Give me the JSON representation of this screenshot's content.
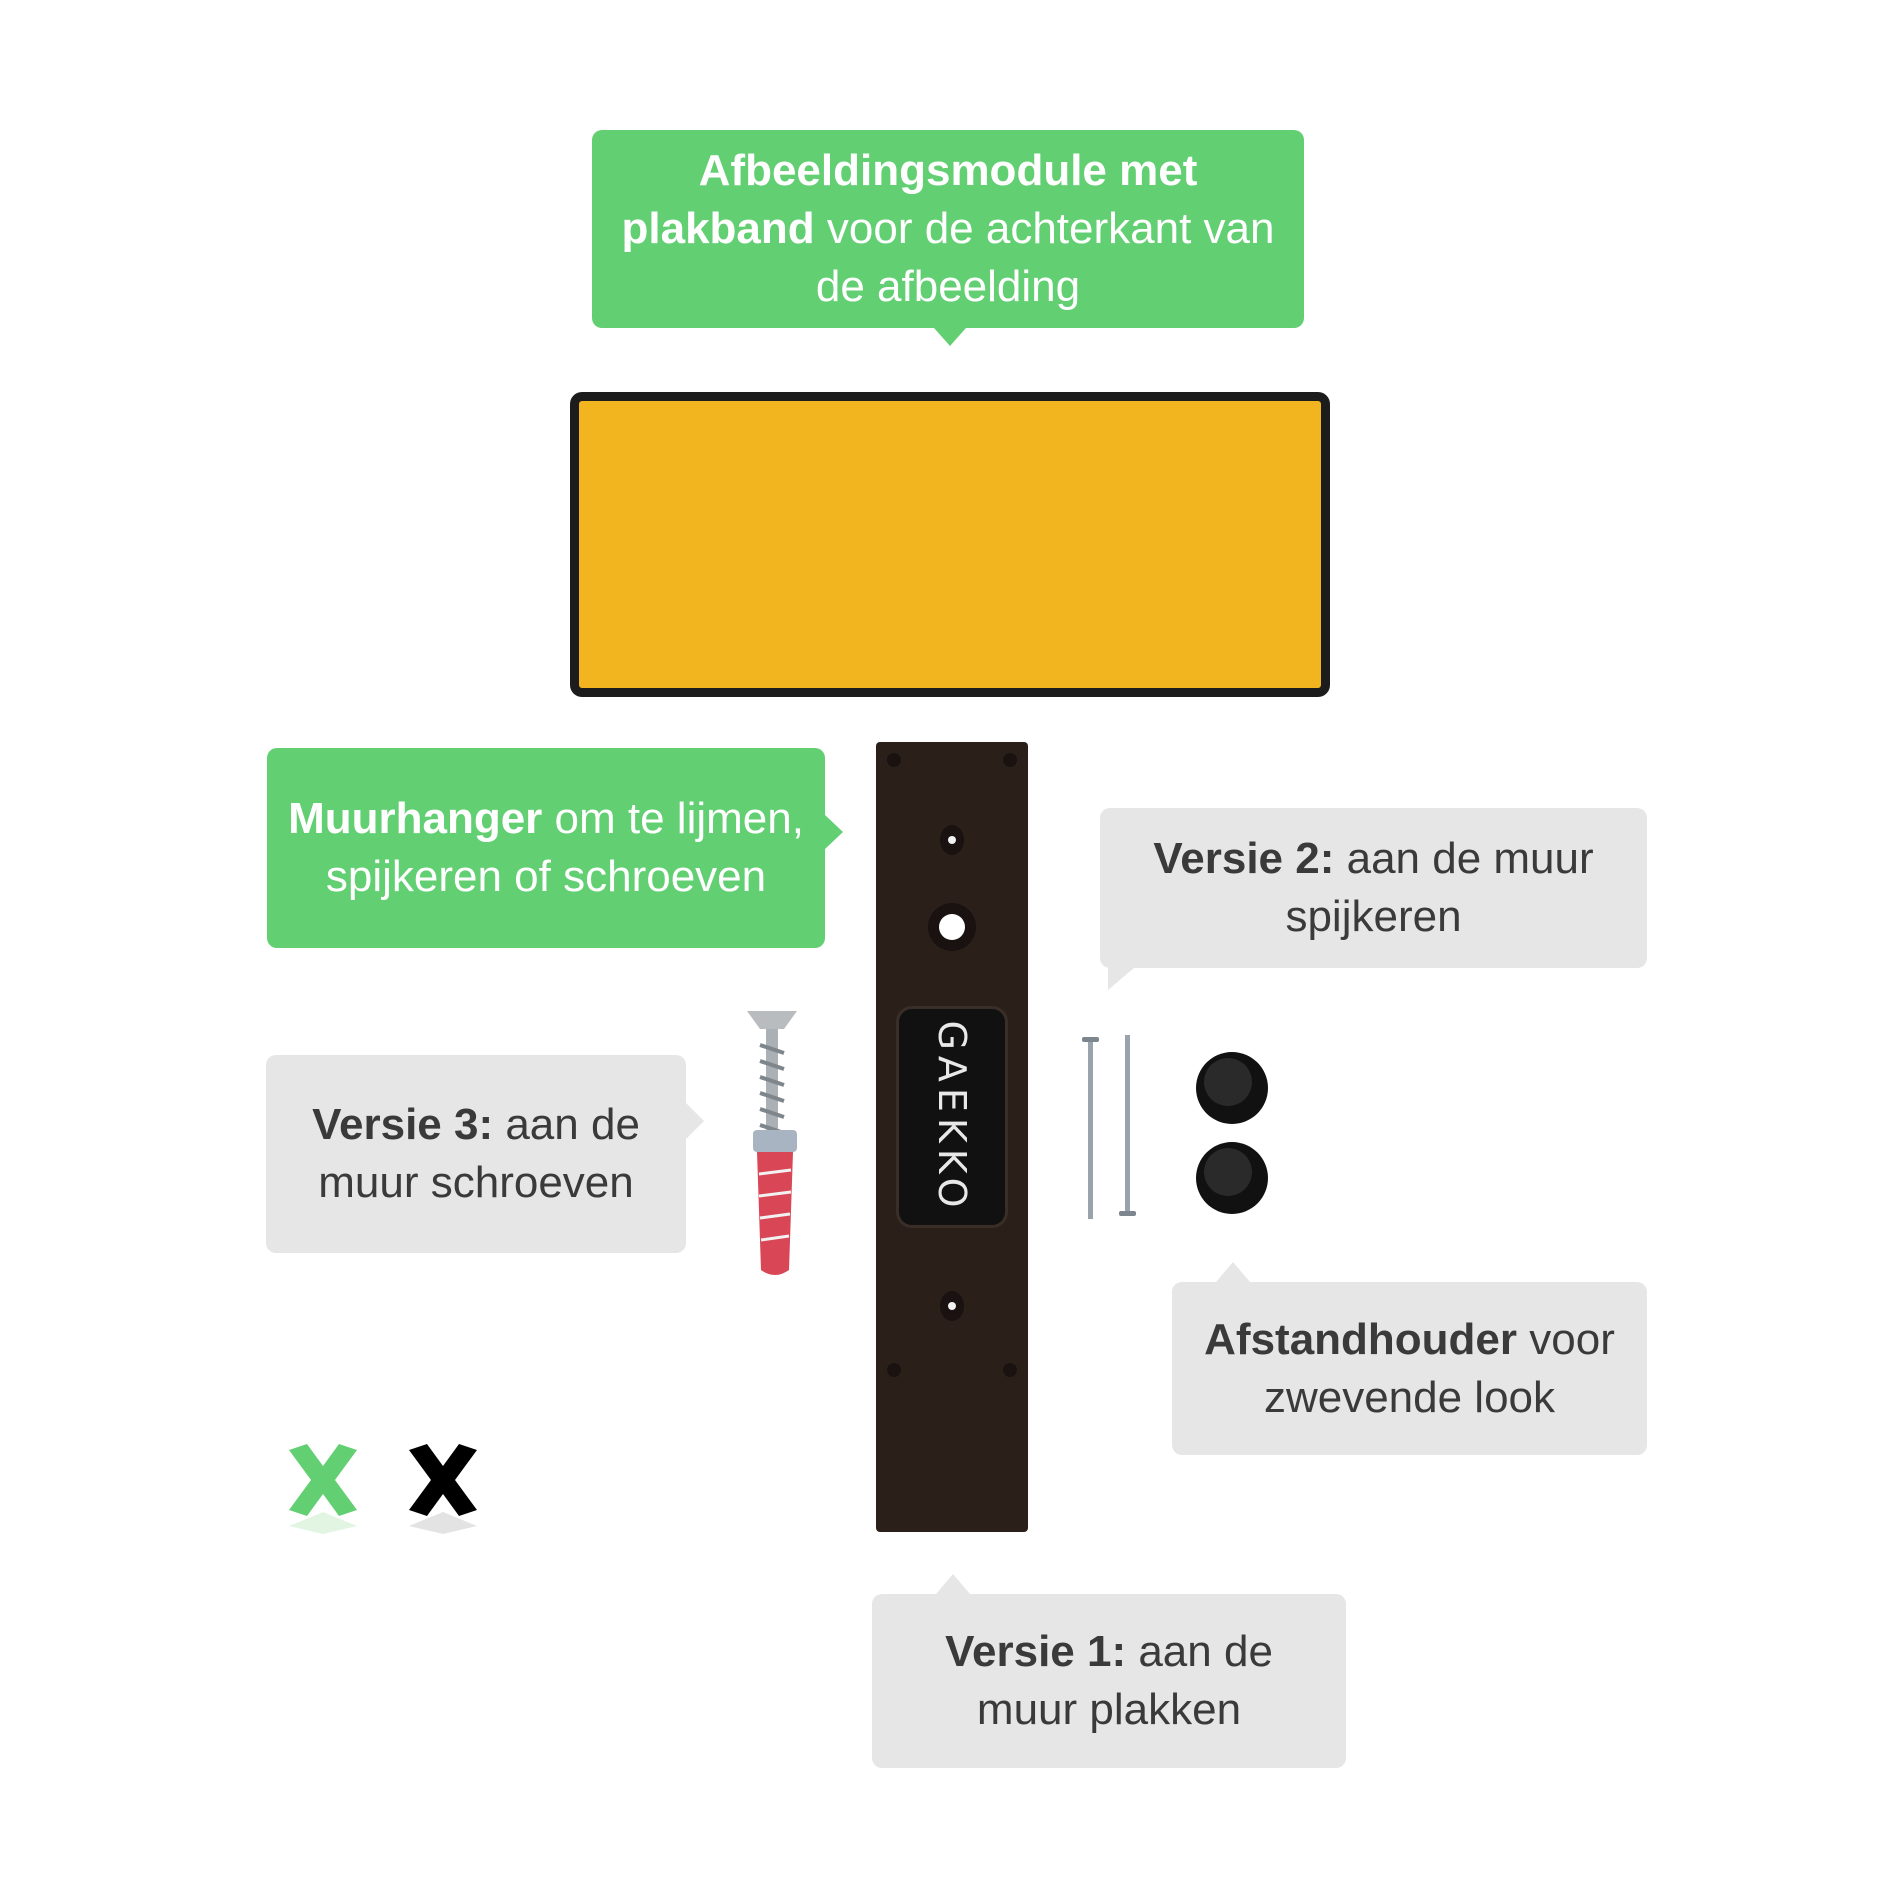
{
  "callouts": {
    "image_module": {
      "bold": "Afbeeldingsmodule met plakband",
      "rest": " voor de achterkant van de afbeelding"
    },
    "wall_hanger": {
      "bold": "Muurhanger",
      "rest": " om te lijmen, spijkeren of schroeven"
    },
    "version2": {
      "bold": "Versie 2:",
      "rest": " aan de muur spijkeren"
    },
    "version3": {
      "bold": "Versie 3:",
      "rest": " aan de muur schroeven"
    },
    "spacer": {
      "bold": "Afstandhouder",
      "rest": " voor zwevende look"
    },
    "version1": {
      "bold": "Versie 1:",
      "rest": " aan de muur plakken"
    }
  },
  "logo": "GAEKKO",
  "colors": {
    "green": "#63cf73",
    "grey": "#e6e6e6",
    "tape": "#f3b51f",
    "hanger": "#2b1f1a"
  },
  "icons": [
    "green-x-icon",
    "black-x-icon",
    "screw-icon",
    "wall-plug-icon",
    "nail-icon",
    "spacer-pad-icon"
  ]
}
